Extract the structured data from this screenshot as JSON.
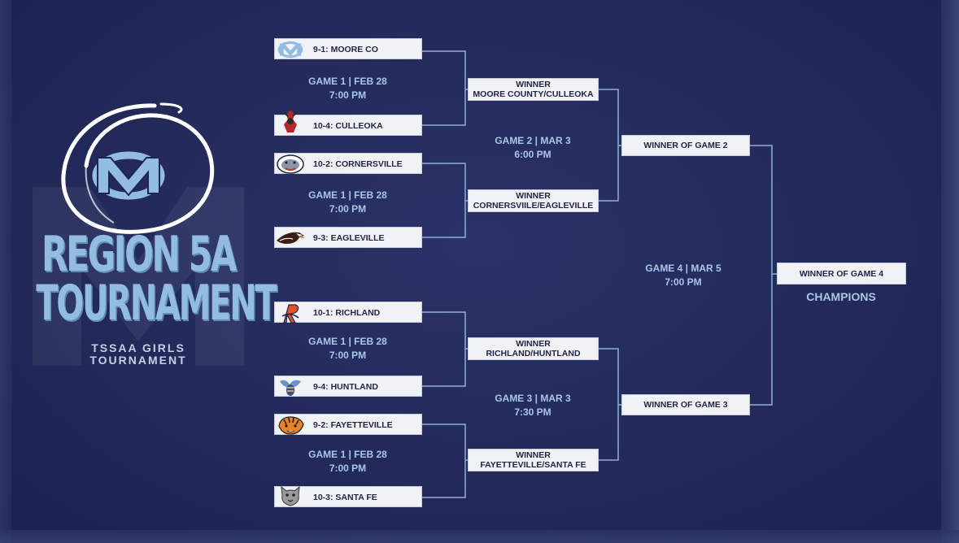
{
  "title": {
    "line1": "REGION 5A",
    "line2": "TOURNAMENT",
    "sub1": "TSSAA GIRLS",
    "sub2": "TOURNAMENT",
    "logo_letters": "MC"
  },
  "colors": {
    "background": "#232a5a",
    "accent": "#93bde0",
    "box": "#f1f2f6",
    "line": "#8eb0d6"
  },
  "teams": [
    {
      "label": "9-1: MOORE CO",
      "logo": "mc-logo-icon"
    },
    {
      "label": "10-4: CULLEOKA",
      "logo": "warrior-icon"
    },
    {
      "label": "10-2: CORNERSVILLE",
      "logo": "bulldog-icon"
    },
    {
      "label": "9-3: EAGLEVILLE",
      "logo": "eagle-icon"
    },
    {
      "label": "10-1: RICHLAND",
      "logo": "r-logo-icon"
    },
    {
      "label": "9-4: HUNTLAND",
      "logo": "hornet-icon"
    },
    {
      "label": "9-2: FAYETTEVILLE",
      "logo": "tiger-icon"
    },
    {
      "label": "10-3: SANTA FE",
      "logo": "wildcat-icon"
    }
  ],
  "round1_games": [
    {
      "line1": "GAME 1 | FEB 28",
      "line2": "7:00 PM"
    },
    {
      "line1": "GAME 1 | FEB 28",
      "line2": "7:00 PM"
    },
    {
      "line1": "GAME 1 | FEB 28",
      "line2": "7:00 PM"
    },
    {
      "line1": "GAME 1 | FEB 28",
      "line2": "7:00 PM"
    }
  ],
  "round1_winners": [
    {
      "line1": "WINNER",
      "line2": "MOORE COUNTY/CULLEOKA"
    },
    {
      "line1": "WINNER",
      "line2": "CORNERSVIILE/EAGLEVILLE"
    },
    {
      "line1": "WINNER",
      "line2": "RICHLAND/HUNTLAND"
    },
    {
      "line1": "WINNER",
      "line2": "FAYETTEVILLE/SANTA FE"
    }
  ],
  "round2_games": [
    {
      "line1": "GAME 2 | MAR 3",
      "line2": "6:00 PM"
    },
    {
      "line1": "GAME 3 | MAR 3",
      "line2": "7:30 PM"
    }
  ],
  "round2_winners": [
    {
      "label": "WINNER OF GAME 2"
    },
    {
      "label": "WINNER OF GAME 3"
    }
  ],
  "final_game": {
    "line1": "GAME 4 | MAR 5",
    "line2": "7:00 PM"
  },
  "champion_box": {
    "label": "WINNER OF GAME 4"
  },
  "champions_label": "CHAMPIONS"
}
